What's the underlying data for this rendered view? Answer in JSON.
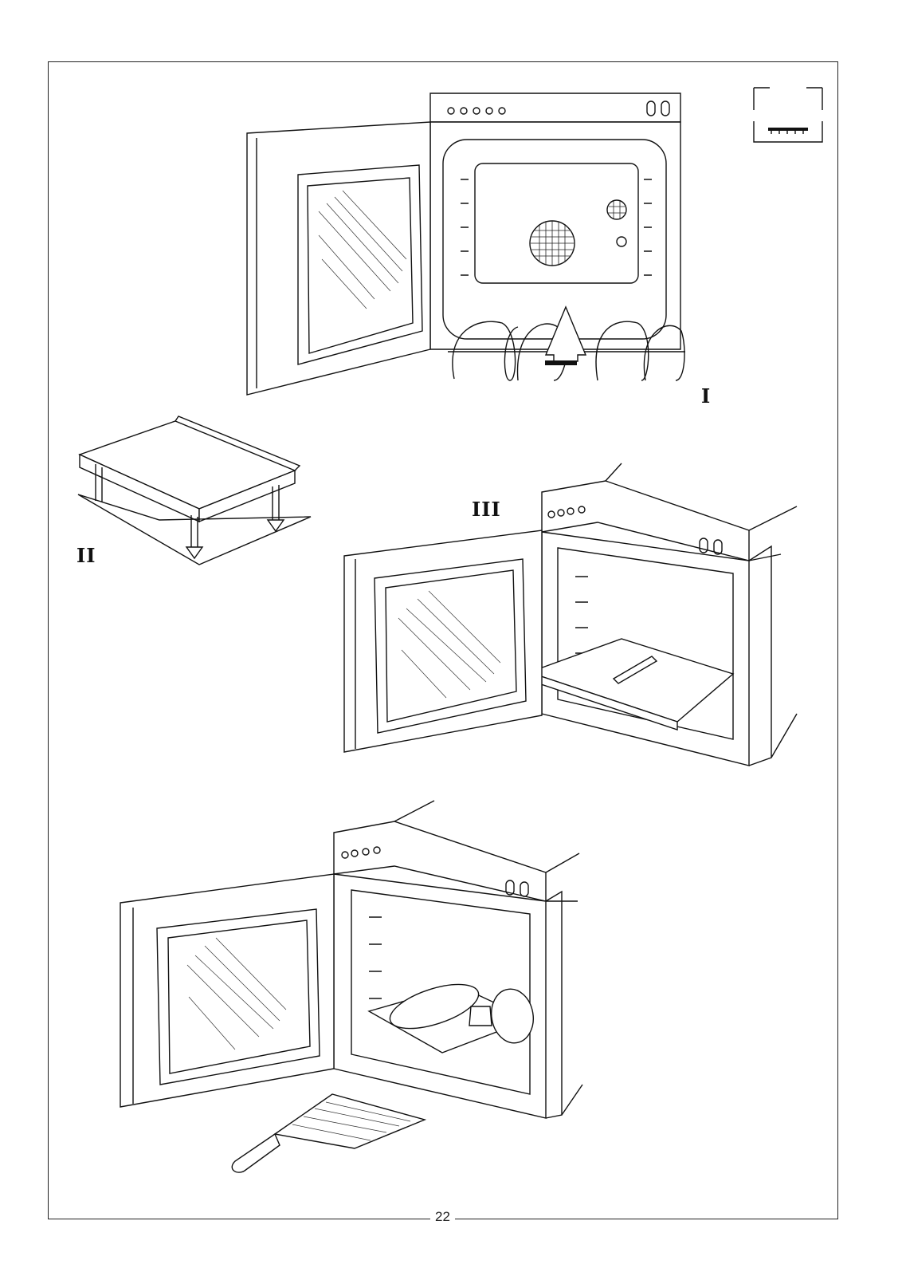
{
  "figure_labels": {
    "fig1": "I",
    "fig2": "II",
    "fig3": "III"
  },
  "page_number": "22",
  "icons": {
    "top_right_symbol": "oven-bottom-heat-icon",
    "fig1": "oven-open-door-with-rack-icon",
    "fig2": "tray-on-supports-icon",
    "fig3": "oven-with-tray-inserted-icon",
    "fig4": "oven-with-bread-icon"
  }
}
